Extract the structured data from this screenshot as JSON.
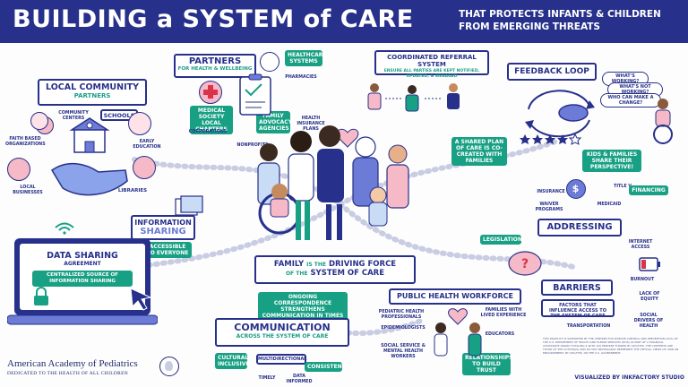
{
  "header": {
    "title": "BUILDING a SYSTEM of CARE",
    "subtitle": "THAT PROTECTS INFANTS & CHILDREN FROM EMERGING THREATS"
  },
  "local_community": {
    "heading": "LOCAL COMMUNITY",
    "subheading": "PARTNERS",
    "labels": {
      "community_centers": "COMMUNITY CENTERS",
      "schools": "SCHOOLS",
      "faith": "FAITH BASED ORGANIZATIONS",
      "early_education": "EARLY EDUCATION",
      "local_businesses": "LOCAL BUSINESSES",
      "libraries": "LIBRARIES"
    }
  },
  "partners": {
    "heading": "PARTNERS",
    "subheading": "FOR HEALTH & WELLBEING",
    "labels": {
      "healthcare_systems": "HEALTHCARE SYSTEMS",
      "pharmacies": "PHARMACIES",
      "medical_society": "MEDICAL SOCIETY LOCAL CHAPTERS",
      "family_advocacy": "FAMILY ADVOCACY AGENCIES",
      "health_insurance": "HEALTH INSURANCE PLANS",
      "corporations": "CORPORATIONS",
      "nonprofits": "NONPROFITS"
    }
  },
  "referral": {
    "heading": "COORDINATED REFERRAL SYSTEM",
    "detail": "ENSURE ALL PARTIES ARE KEPT NOTIFIED, UPDATED, & ENGAGED"
  },
  "feedback": {
    "heading": "FEEDBACK LOOP",
    "q1": "WHAT'S WORKING?",
    "q2": "WHAT'S NOT WORKING?",
    "q3": "WHO CAN MAKE A CHANGE?",
    "kids_families": "KIDS & FAMILIES SHARE THEIR PERSPECTIVE!"
  },
  "shared_plan": "A SHARED PLAN OF CARE IS CO-CREATED WITH FAMILIES",
  "info_sharing": {
    "line1": "INFORMATION",
    "line2": "SHARING",
    "accessible": "ACCESSIBLE TO EVERYONE"
  },
  "data_sharing": {
    "heading": "DATA SHARING",
    "subheading": "AGREEMENT",
    "detail": "CENTRALIZED SOURCE OF INFORMATION SHARING"
  },
  "family": {
    "line1_a": "FAMILY",
    "line1_b": "IS THE",
    "line1_c": "DRIVING FORCE",
    "line2_a": "OF THE",
    "line2_b": "SYSTEM OF CARE"
  },
  "addressing": {
    "heading": "ADDRESSING",
    "insurance": "INSURANCE",
    "title_v": "TITLE V",
    "financing": "FINANCING",
    "waiver": "WAIVER PROGRAMS",
    "medicaid": "MEDICAID",
    "legislation": "LEGISLATION",
    "internet": "INTERNET ACCESS",
    "burnout": "BURNOUT"
  },
  "barriers": {
    "heading": "BARRIERS",
    "factors": "FACTORS THAT INFLUENCE ACCESS TO THE SYSTEM OF CARE",
    "lack_equity": "LACK OF EQUITY",
    "social_drivers": "SOCIAL DRIVERS OF HEALTH",
    "transportation": "TRANSPORTATION"
  },
  "public_health": {
    "heading": "PUBLIC HEALTH WORKFORCE",
    "pediatric": "PEDIATRIC HEALTH PROFESSIONALS",
    "families": "FAMILIES WITH LIVED EXPERIENCE",
    "epidemiologists": "EPIDEMIOLOGISTS",
    "educators": "EDUCATORS",
    "social": "SOCIAL SERVICE & MENTAL HEALTH WORKERS",
    "relationships": "RELATIONSHIPS TO BUILD TRUST"
  },
  "communication": {
    "heading": "COMMUNICATION",
    "subheading": "ACROSS THE SYSTEM OF CARE",
    "ongoing": "ONGOING CORRESPONDENCE STRENGTHENS COMMUNICATION IN TIMES OF CRISIS",
    "culturally": "CULTURALLY INCLUSIVE",
    "multidirectional": "MULTIDIRECTIONAL",
    "consistent": "CONSISTENT",
    "timely": "TIMELY",
    "data_informed": "DATA INFORMED"
  },
  "footer": {
    "org_name": "American Academy of Pediatrics",
    "org_tagline": "DEDICATED TO THE HEALTH OF ALL CHILDREN",
    "credit": "VISUALIZED BY INKFACTORY STUDIO",
    "disclaimer": "THIS PRODUCT IS SUPPORTED BY THE CENTERS FOR DISEASE CONTROL AND PREVENTION (CDC) OF THE U.S. DEPARTMENT OF HEALTH AND HUMAN SERVICES (HHS) AS PART OF A FINANCIAL ASSISTANCE AWARD TOTALING $ WITH 100 PERCENT FUNDED BY CDC/HHS. THE CONTENTS ARE THOSE OF THE AUTHOR(S) AND DO NOT NECESSARILY REPRESENT THE OFFICIAL VIEWS OF, NOR AN ENDORSEMENT, BY CDC/HHS, OR THE U.S. GOVERNMENT."
  },
  "colors": {
    "navy": "#27308a",
    "teal": "#17a083",
    "pink": "#f5b9c8",
    "red": "#d9344a"
  },
  "icons": [
    "heart-icon",
    "handshake-icon",
    "school-icon",
    "laptop-icon",
    "cursor-icon",
    "wifi-icon",
    "lock-icon",
    "star-icon",
    "question-icon",
    "clipboard-icon",
    "first-aid-icon"
  ]
}
